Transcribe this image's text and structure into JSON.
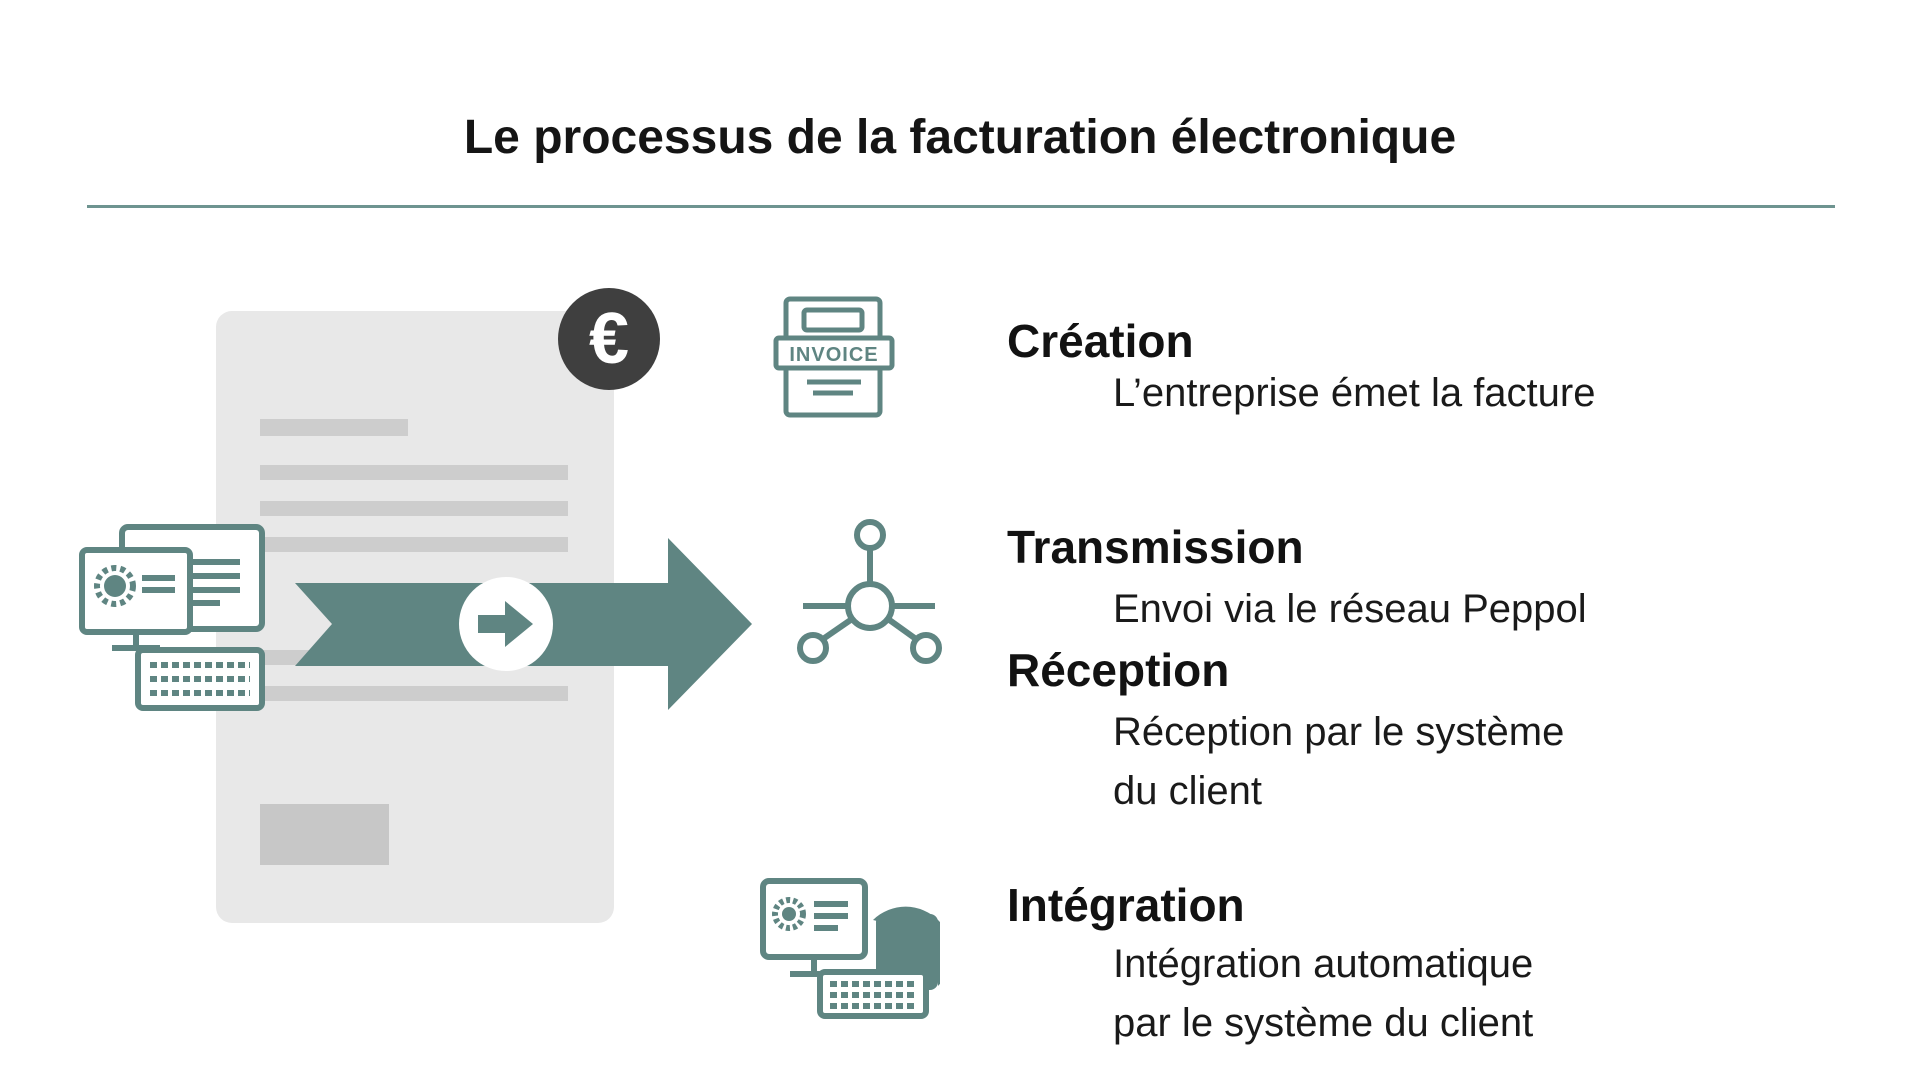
{
  "title": "Le processus de la facturation électronique",
  "colors": {
    "accent": "#5f8582",
    "divider": "#6e9490",
    "euro_badge": "#3f3f3f",
    "document": "#e8e8e8"
  },
  "illustration": {
    "euro_symbol": "€",
    "icons": [
      "euro-icon",
      "computer-icon",
      "arrow-right-icon"
    ]
  },
  "steps": [
    {
      "icon": "invoice-icon",
      "icon_label": "INVOICE",
      "title": "Création",
      "description": [
        "L’entreprise émet la facture"
      ]
    },
    {
      "icon": "network-icon",
      "title": "Transmission",
      "description": [
        "Envoi via le réseau Peppol"
      ]
    },
    {
      "title": "Réception",
      "description": [
        "Réception par le système",
        "du client"
      ]
    },
    {
      "icon": "computer-icon",
      "title": "Intégration",
      "description": [
        "Intégration automatique",
        "par le système du client"
      ]
    }
  ]
}
